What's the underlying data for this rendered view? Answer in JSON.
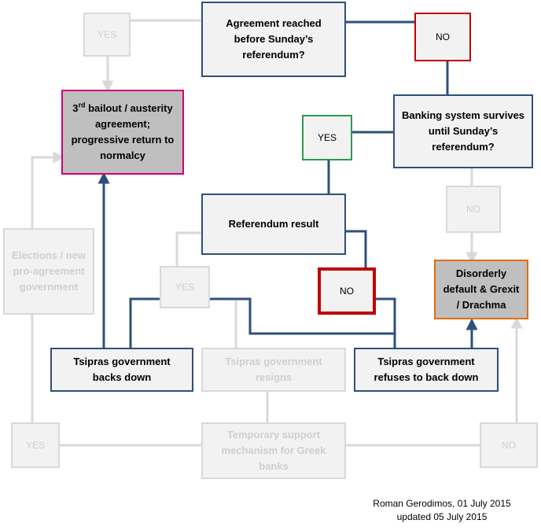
{
  "nodes": {
    "agreement_q": "Agreement reached before Sunday’s referendum?",
    "no_top": "NO",
    "yes_top_faint": "YES",
    "bailout_num": "3",
    "bailout_sup": "rd",
    "bailout_text": " bailout / austerity agreement; progressive return to normalcy",
    "banking_q": "Banking system survives until Sunday’s referendum?",
    "yes_green": "YES",
    "referendum_result": "Referendum result",
    "no_mid_faint": "NO",
    "elections": "Elections / new pro-agreement government",
    "yes_mid_faint": "YES",
    "no_red_thick": "NO",
    "grexit": "Disorderly default & Grexit / Drachma",
    "tsipras_backs_down": "Tsipras government backs down",
    "tsipras_resigns": "Tsipras government resigns",
    "tsipras_refuses": "Tsipras government refuses to back down",
    "yes_bottom_faint": "YES",
    "temp_support": "Temporary support mechanism for Greek banks",
    "no_bottom_faint": "NO"
  },
  "credit": {
    "line1": "Roman Gerodimos, 01 July 2015",
    "line2": "updated 05 July 2015"
  },
  "colors": {
    "blue_line": "#2f4f7b",
    "faint_line": "#d9d9d9",
    "green_border": "#2e9a4c",
    "red_border": "#c00000",
    "magenta_border": "#d1007a",
    "orange_border": "#e36c09"
  }
}
